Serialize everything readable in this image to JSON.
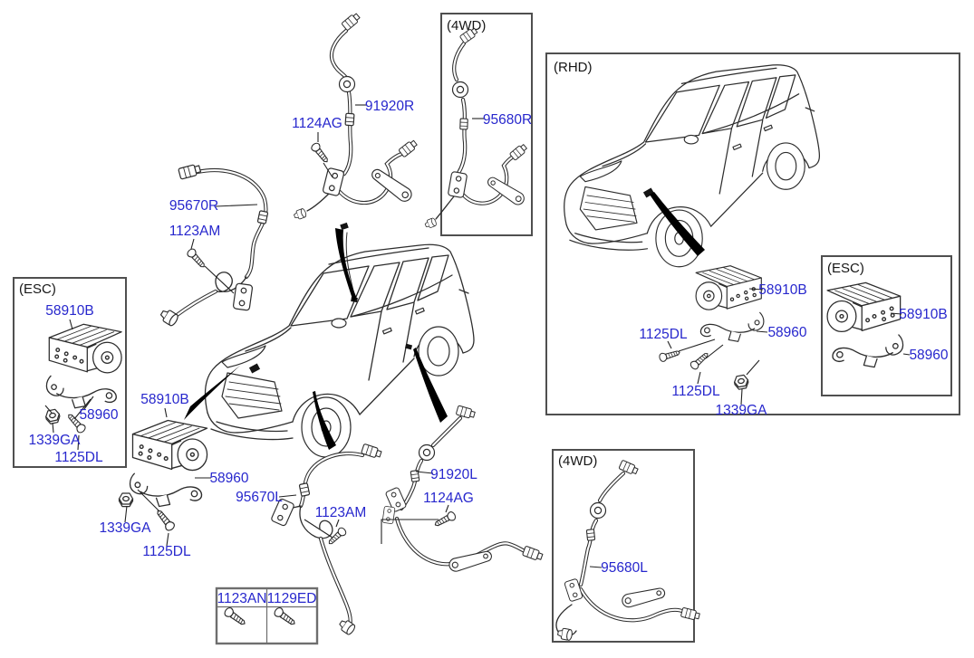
{
  "diagram_type": "parts-diagram",
  "colors": {
    "background": "#ffffff",
    "part_link": "#2727cd",
    "line_art": "#2d2d2d",
    "box_border": "#4f4f4f",
    "arrow": "#000000"
  },
  "boxes": {
    "top_4wd": "(4WD)",
    "left_esc": "(ESC)",
    "rhd": "(RHD)",
    "rhd_esc": "(ESC)",
    "bottom_4wd": "(4WD)"
  },
  "parts": {
    "t_91920r": "91920R",
    "t_1124ag_top": "1124AG",
    "t_95670r": "95670R",
    "t_1123am_top": "1123AM",
    "t_95680r": "95680R",
    "esc_58910b": "58910B",
    "esc_58960": "58960",
    "esc_1339ga": "1339GA",
    "esc_1125dl": "1125DL",
    "c_58910b": "58910B",
    "c_58960": "58960",
    "c_1339ga": "1339GA",
    "c_1125dl": "1125DL",
    "c_95670l": "95670L",
    "c_1123am": "1123AM",
    "c_91920l": "91920L",
    "c_1124ag": "1124AG",
    "rhd_58910b": "58910B",
    "rhd_58960": "58960",
    "rhd_1125dl_upper": "1125DL",
    "rhd_1125dl_lower": "1125DL",
    "rhd_1339ga": "1339GA",
    "rhd_esc_58910b": "58910B",
    "rhd_esc_58960": "58960",
    "b_95680l": "95680L"
  },
  "fastener_table": {
    "headers": [
      "1123AN",
      "1129ED"
    ]
  }
}
